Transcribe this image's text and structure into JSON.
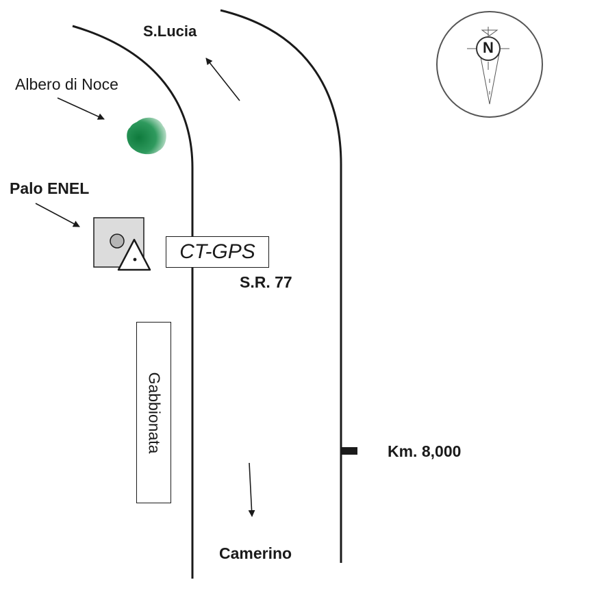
{
  "labels": {
    "s_lucia": "S.Lucia",
    "albero_di_noce": "Albero di Noce",
    "palo_enel": "Palo ENEL",
    "ct_gps": "CT-GPS",
    "sr_77": "S.R. 77",
    "gabbionata": "Gabbionata",
    "km": "Km. 8,000",
    "camerino": "Camerino",
    "north": "N"
  },
  "colors": {
    "line": "#1a1a1a",
    "tree": "#1e8a4a",
    "pole_fill": "#dcdcdc",
    "compass_circle": "#555555"
  },
  "icons": {
    "tree": "walnut-tree-icon",
    "pole": "enel-pole-icon",
    "gps_marker": "gps-triangle-icon",
    "compass": "north-arrow-icon"
  }
}
